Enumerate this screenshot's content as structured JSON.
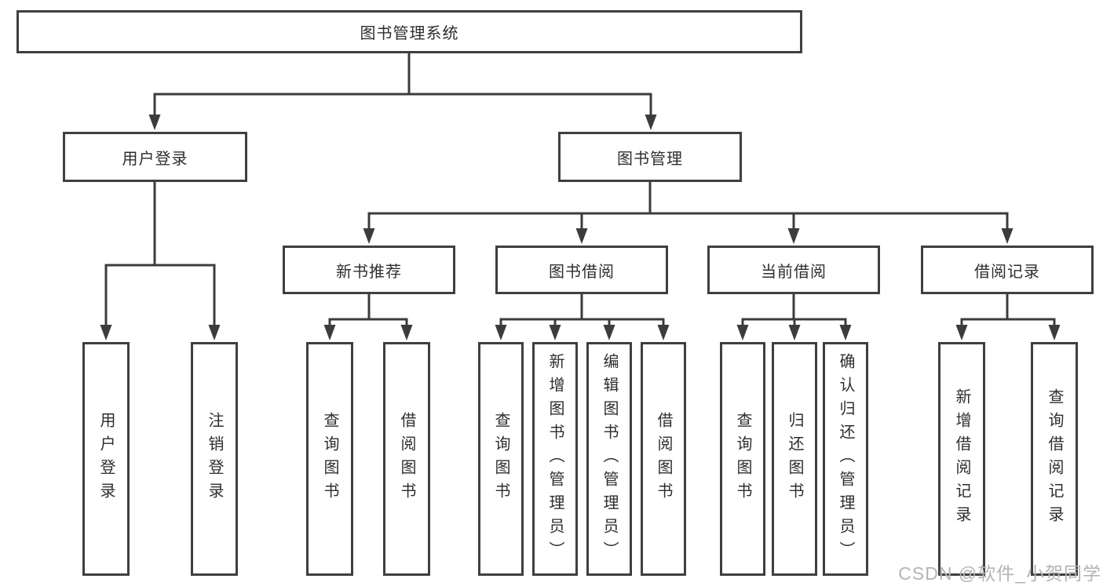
{
  "diagram": {
    "root": {
      "label": "图书管理系统"
    },
    "level2": [
      {
        "label": "用户登录"
      },
      {
        "label": "图书管理"
      }
    ],
    "level3": [
      {
        "label": "新书推荐"
      },
      {
        "label": "图书借阅"
      },
      {
        "label": "当前借阅"
      },
      {
        "label": "借阅记录"
      }
    ],
    "leaves": [
      {
        "label": "用户登录"
      },
      {
        "label": "注销登录"
      },
      {
        "label": "查询图书"
      },
      {
        "label": "借阅图书"
      },
      {
        "label": "查询图书"
      },
      {
        "label": "新增图书（管理员）"
      },
      {
        "label": "编辑图书（管理员）"
      },
      {
        "label": "借阅图书"
      },
      {
        "label": "查询图书"
      },
      {
        "label": "归还图书"
      },
      {
        "label": "确认归还（管理员）"
      },
      {
        "label": "新增借阅记录"
      },
      {
        "label": "查询借阅记录"
      }
    ],
    "line_color": "#3c3c3c",
    "border_color": "#3f3f3f",
    "text_color": "#2e2e2e"
  },
  "watermark": {
    "text": "CSDN @软件_小贺同学",
    "color": "#b4b4b4"
  }
}
